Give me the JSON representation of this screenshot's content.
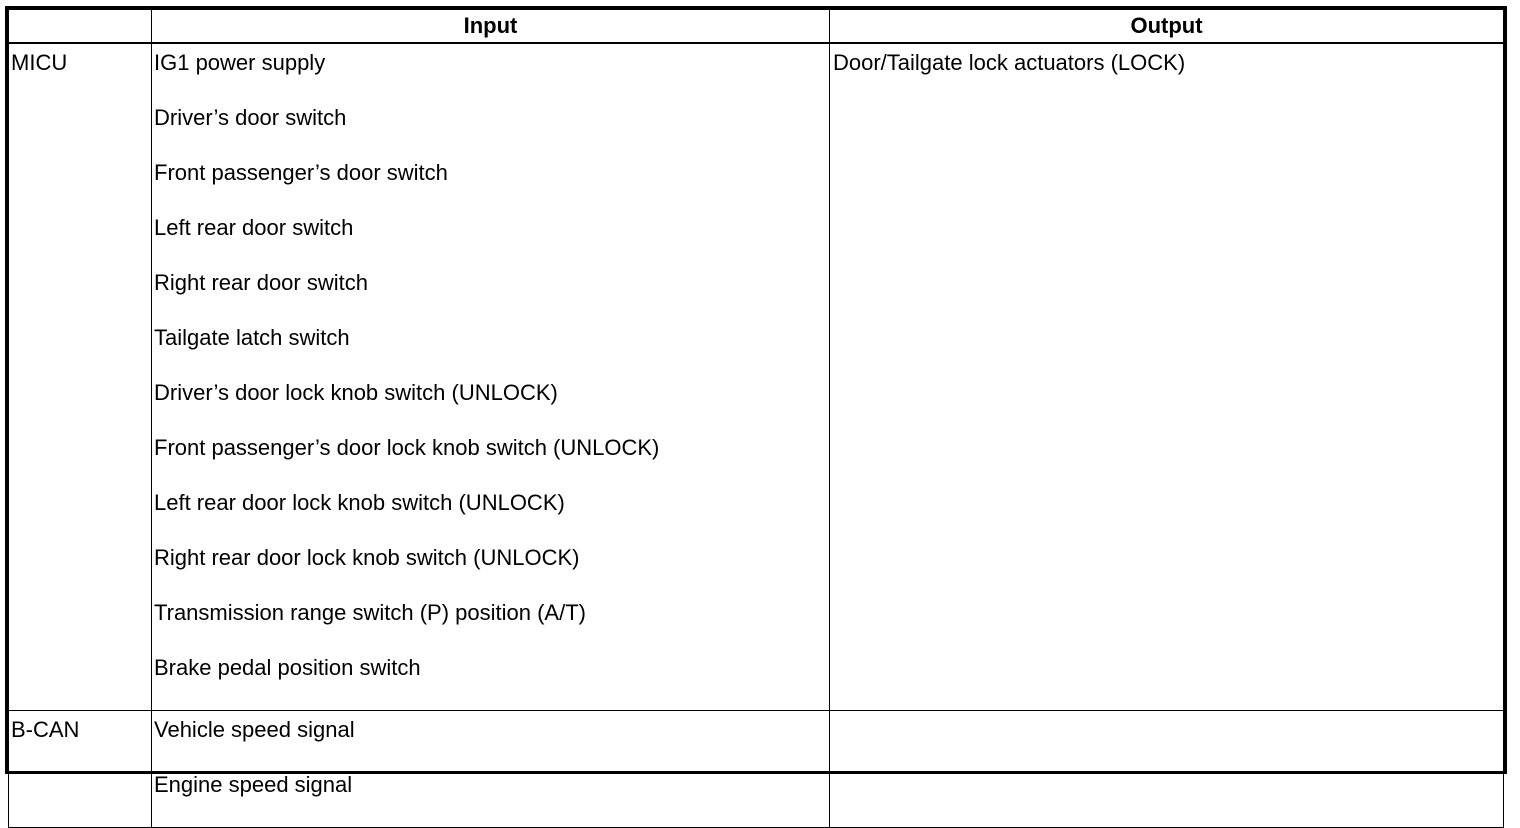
{
  "table": {
    "headers": {
      "system": "",
      "input": "Input",
      "output": "Output"
    },
    "rows": [
      {
        "system": "MICU",
        "inputs": [
          "IG1 power supply",
          "Driver’s door switch",
          "Front passenger’s door switch",
          "Left rear door switch",
          "Right rear door switch",
          "Tailgate latch switch",
          "Driver’s door lock knob switch (UNLOCK)",
          "Front passenger’s door lock knob switch (UNLOCK)",
          "Left rear door lock knob switch (UNLOCK)",
          "Right rear door lock knob switch (UNLOCK)",
          "Transmission range switch (P) position (A/T)",
          "Brake pedal position switch"
        ],
        "outputs": [
          "Door/Tailgate lock actuators (LOCK)"
        ]
      },
      {
        "system": "B-CAN",
        "inputs": [
          "Vehicle speed signal",
          "Engine speed signal"
        ],
        "outputs": []
      }
    ]
  }
}
